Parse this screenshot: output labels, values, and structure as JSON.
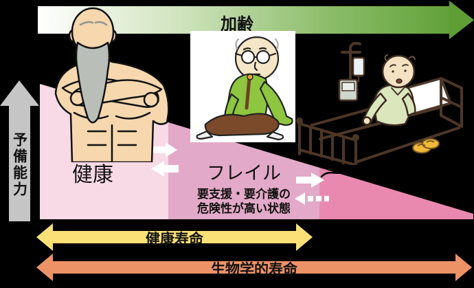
{
  "aging_arrow": {
    "label": "加齢",
    "gradient_start": "#ffffff",
    "gradient_end": "#61a139"
  },
  "reserve_axis": {
    "label": "予備能力",
    "color": "#c5c5c5"
  },
  "stages": {
    "healthy": {
      "label": "健康",
      "band_color": "#f8d9e6"
    },
    "frailty": {
      "label": "フレイル",
      "description_line1": "要支援・要介護の",
      "description_line2": "危険性が高い状態",
      "band_color": "#e3a9c9"
    },
    "disability": {
      "band_color": "#e989b0",
      "note_visible_pixels": ""
    }
  },
  "transitions": {
    "healthy_frailty": {
      "forward": "solid-right-arrow",
      "backward": "solid-left-arrow"
    },
    "frailty_disability": {
      "forward": "solid-right-arrow",
      "backward": "dashed-left-arrow"
    }
  },
  "lifespan_arrows": {
    "healthy_lifespan": {
      "label": "健康寿命",
      "color": "#fae076"
    },
    "biological_lifespan": {
      "label": "生物学的寿命",
      "color": "#ed9267"
    }
  },
  "illustrations": {
    "muscular_man": "muscular-elderly-man",
    "seated_man": "frail-elderly-man-sitting",
    "bedridden_man": "elderly-man-in-hospital-bed-with-iv"
  },
  "background_color": "#000000"
}
